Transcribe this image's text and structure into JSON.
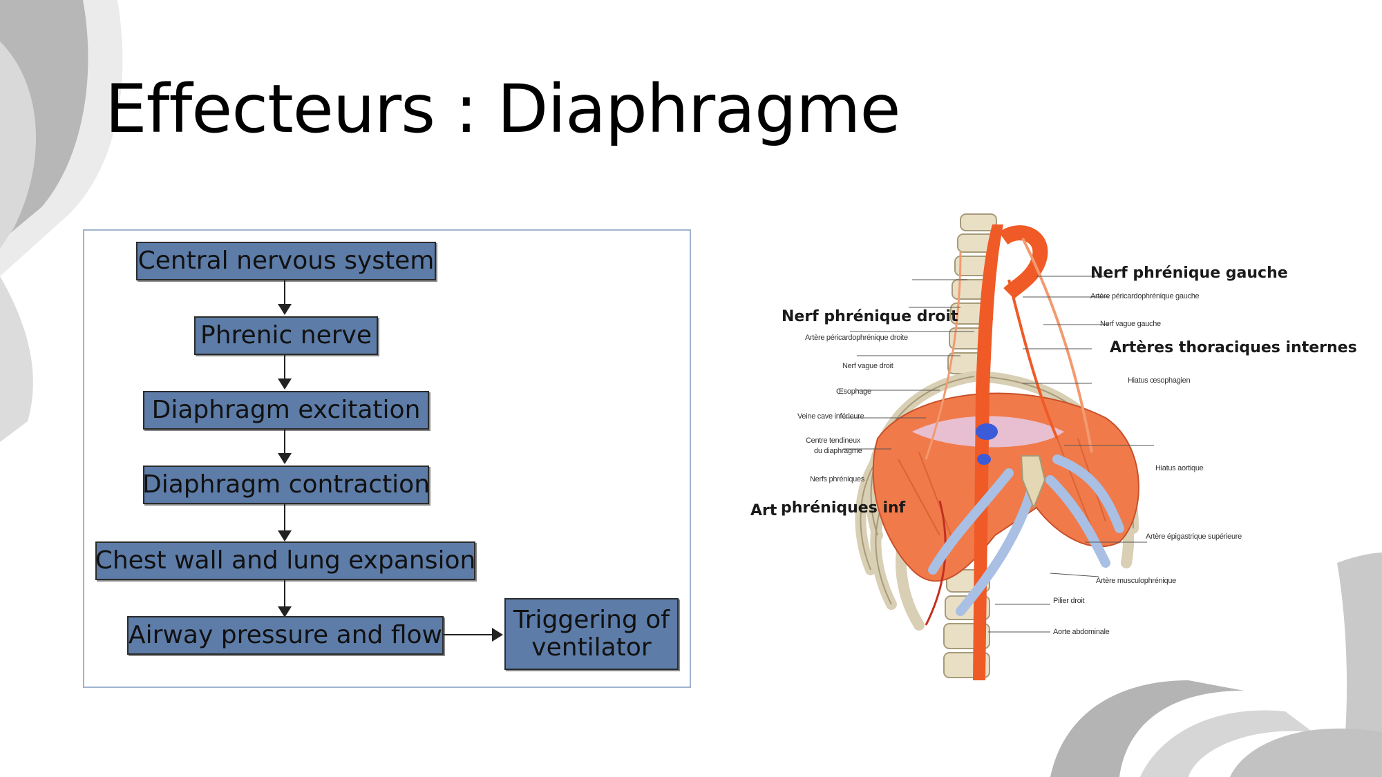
{
  "slide": {
    "title": "Effecteurs : Diaphragme"
  },
  "flowchart": {
    "steps": [
      "Central nervous system",
      "Phrenic nerve",
      "Diaphragm excitation",
      "Diaphragm contraction",
      "Chest wall and lung expansion",
      "Airway pressure and flow"
    ],
    "side_line1": "Triggering of",
    "side_line2": "ventilator",
    "box_color": "#5d7ca8"
  },
  "anatomy": {
    "labels_major": {
      "nerf_phrenique_gauche": "Nerf phrénique gauche",
      "nerf_phrenique_droit": "Nerf phrénique droit",
      "arteres_thoraciques": "Artères thoraciques internes",
      "art_phreniques_a": "Art",
      "art_phreniques_b": "phréniques inf"
    },
    "labels_minor": {
      "art_pericardo_gauche": "Artère péricardophrénique gauche",
      "nerf_vague_gauche": "Nerf vague gauche",
      "art_pericardo_droite": "Artère péricardophrénique droite",
      "nerf_vague_droit": "Nerf vague droit",
      "oesophage": "Œsophage",
      "hiatus_oesophagien": "Hiatus œsophagien",
      "veine_cave": "Veine cave inférieure",
      "centre_tendineux_1": "Centre tendineux",
      "centre_tendineux_2": "du diaphragme",
      "hiatus_aortique": "Hiatus aortique",
      "nerfs_phreniques": "Nerfs phréniques",
      "art_epigastrique": "Artère épigastrique supérieure",
      "art_musculophrenique": "Artère musculophrénique",
      "pilier_droit": "Pilier droit",
      "aorte_abdominale": "Aorte abdominale"
    }
  }
}
